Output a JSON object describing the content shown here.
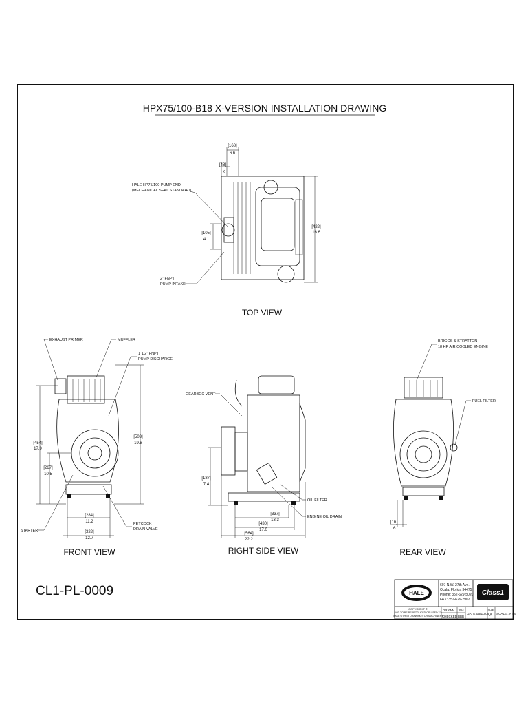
{
  "drawing": {
    "title": "HPX75/100-B18 X-VERSION INSTALLATION DRAWING",
    "drawing_number": "CL1-PL-0009"
  },
  "views": {
    "top": "TOP VIEW",
    "front": "FRONT VIEW",
    "right_side": "RIGHT SIDE VIEW",
    "rear": "REAR VIEW"
  },
  "callouts": {
    "pump_end_line1": "HALE HP75/100 PUMP END",
    "pump_end_line2": "(MECHANICAL SEAL STANDARD)",
    "pump_intake_line1": "2\" FNPT",
    "pump_intake_line2": "PUMP INTAKE",
    "exhaust_primer": "EXHAUST PRIMER",
    "muffler": "MUFFLER",
    "discharge_line1": "1 1/2\" FNPT",
    "discharge_line2": "PUMP DISCHARGE",
    "starter": "STARTER",
    "petcock_line1": "PETCOCK",
    "petcock_line2": "DRAIN VALVE",
    "gearbox_vent": "GEARBOX VENT",
    "oil_filter": "OIL FILTER",
    "engine_oil_drain": "ENGINE OIL DRAIN",
    "engine_line1": "BRIGGS & STRATTON",
    "engine_line2": "18 HP AIR COOLED ENGINE",
    "fuel_filter": "FUEL FILTER"
  },
  "dimensions": {
    "top_w_mm": "[168]",
    "top_w_in": "6.6",
    "top_s_mm": "[48]",
    "top_s_in": "1.9",
    "top_h_mm": "[422]",
    "top_h_in": "16.6",
    "top_i_mm": "[105]",
    "top_i_in": "4.1",
    "fr_h_mm": "[454]",
    "fr_h_in": "17.9",
    "fr_c_mm": "[267]",
    "fr_c_in": "10.5",
    "fr_t_mm": "[503]",
    "fr_t_in": "19.8",
    "fr_b1_mm": "[284]",
    "fr_b1_in": "11.2",
    "fr_b2_mm": "[322]",
    "fr_b2_in": "12.7",
    "rs_h_mm": "[187]",
    "rs_h_in": "7.4",
    "rs_w1_mm": "[337]",
    "rs_w1_in": "13.3",
    "rs_w2_mm": "[430]",
    "rs_w2_in": "17.0",
    "rs_w3_mm": "[564]",
    "rs_w3_in": "22.2",
    "rr_f_mm": "[16]",
    "rr_f_in": ".6"
  },
  "title_block": {
    "addr1": "607 N.W. 27th Ave.",
    "addr2": "Ocala, Florida 34475",
    "addr3": "Phone: 352-629-5020",
    "addr4": "FAX: 352-629-2902",
    "hale_logo": "HALE",
    "class1_logo": "Class1",
    "copyright": "COPYRIGHT ©",
    "notice1": "NOT TO BE REPRODUCED OR USED TO",
    "notice2": "MAKE OTHER DRAWINGS OR MACHINERY",
    "drawn_label": "DRAWN",
    "drawn_val": "JPH",
    "checked_label": "CHECKED",
    "checked_val": "BBB",
    "date": "DATE 05/10/06",
    "size_label": "SIZE",
    "size_val": "A",
    "scale": "SCALE : NTS"
  }
}
